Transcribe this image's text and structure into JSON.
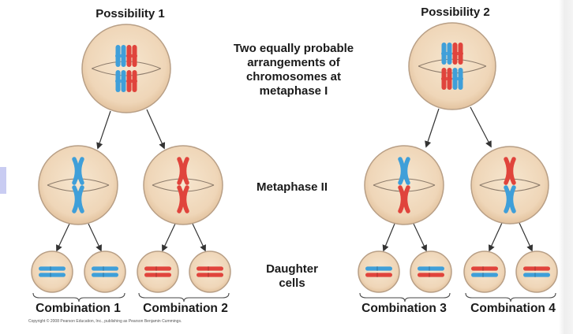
{
  "possibility_1": "Possibility 1",
  "possibility_2": "Possibility 2",
  "arrangements_line1": "Two equally probable",
  "arrangements_line2": "arrangements of",
  "arrangements_line3": "chromosomes at",
  "arrangements_line4": "metaphase I",
  "metaphase_2": "Metaphase II",
  "daughter_line1": "Daughter",
  "daughter_line2": "cells",
  "combination_1": "Combination 1",
  "combination_2": "Combination 2",
  "combination_3": "Combination 3",
  "combination_4": "Combination 4",
  "copyright": "Copyright © 2008 Pearson Education, Inc., publishing as Pearson Benjamin Cummings.",
  "colors": {
    "cell_fill": "#f0d9bd",
    "cell_edge": "#b89f86",
    "blue": "#3f9fd9",
    "red": "#e0443c",
    "text": "#1a1a1a"
  }
}
